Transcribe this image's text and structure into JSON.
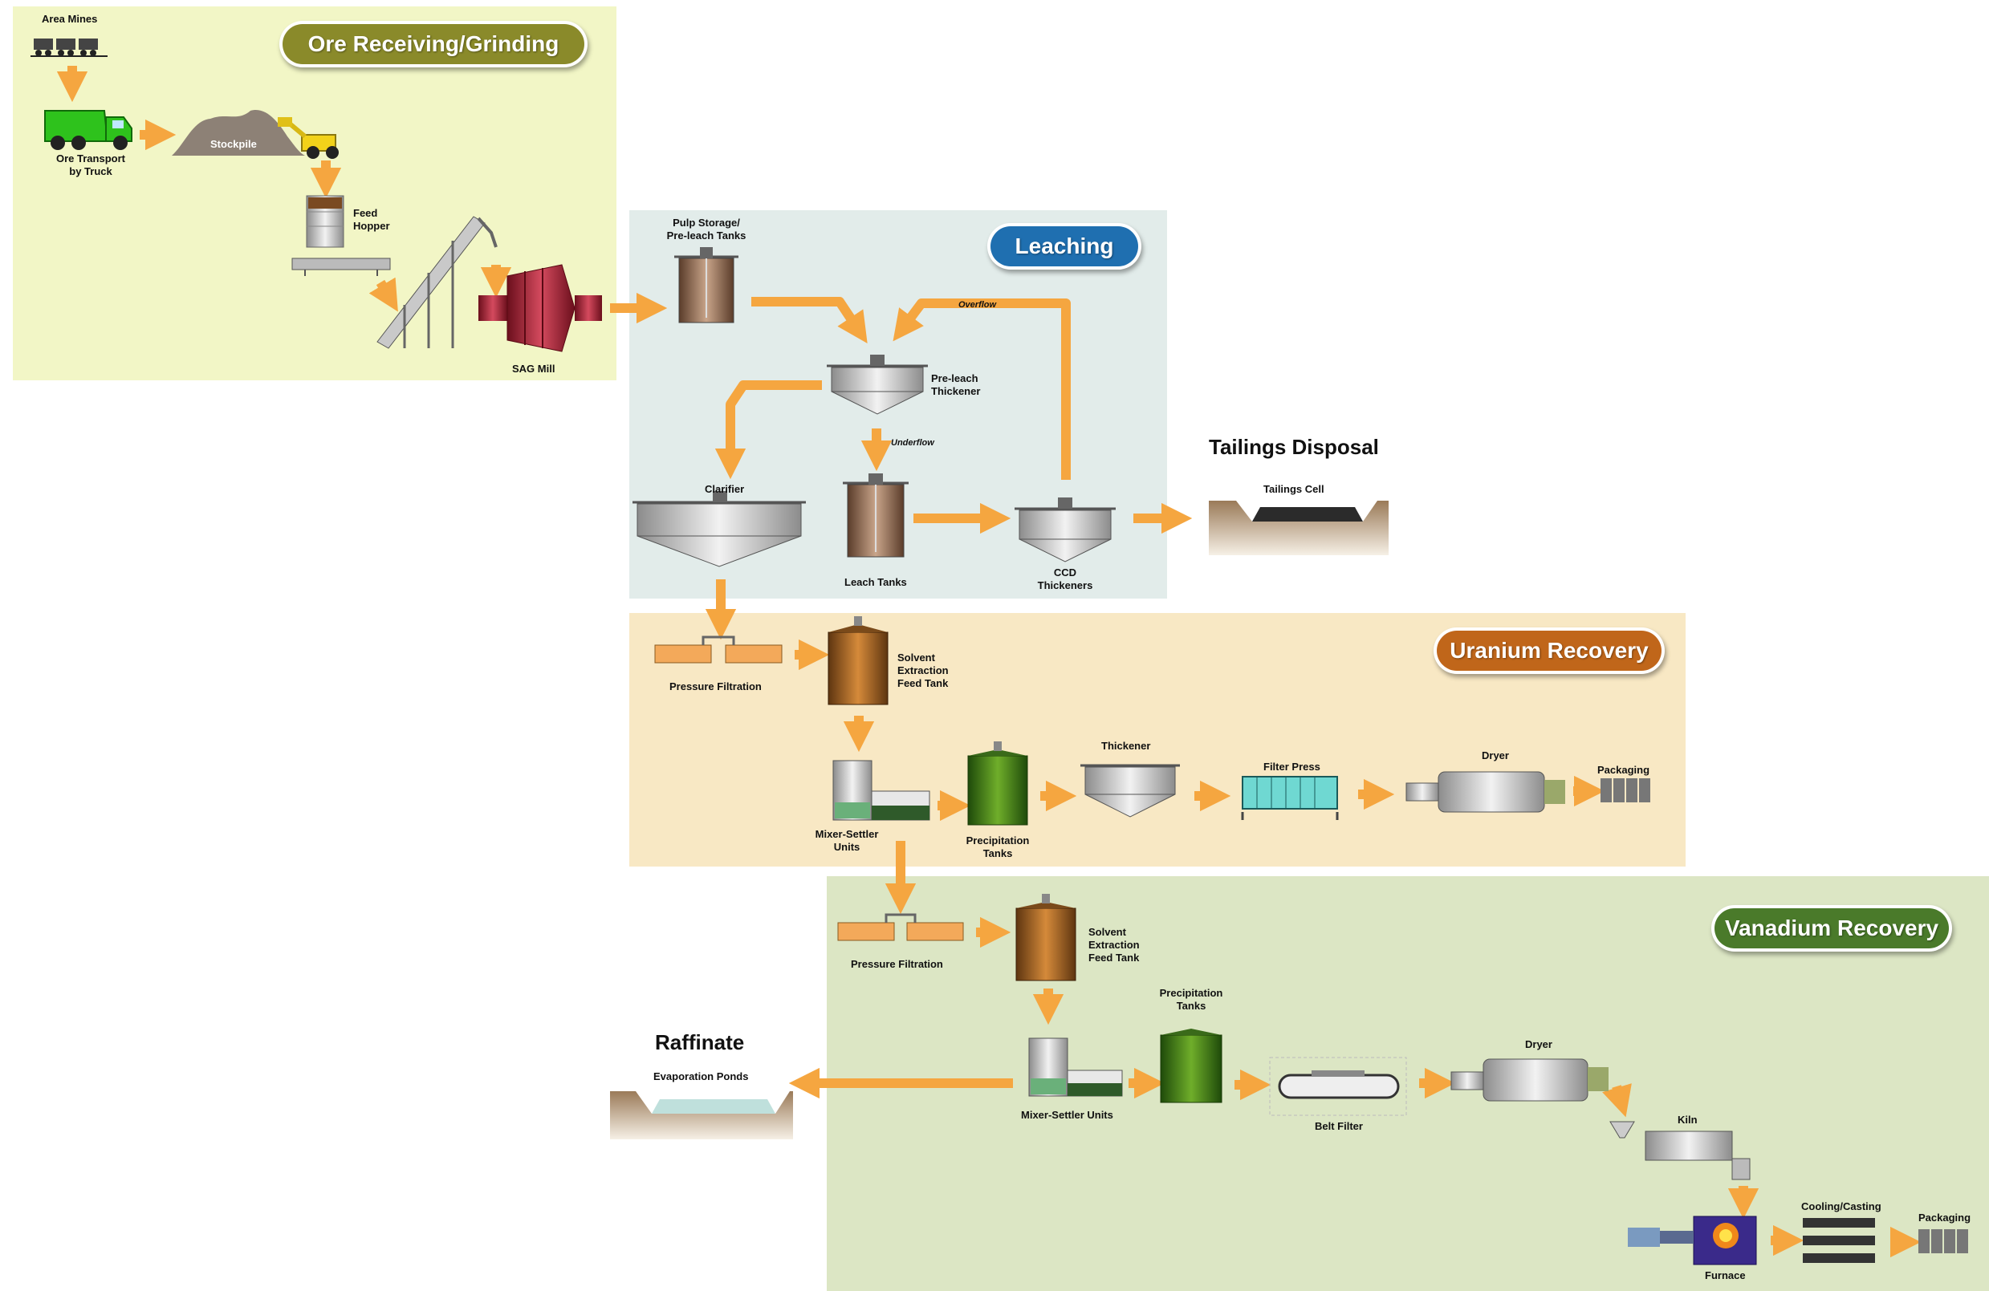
{
  "colors": {
    "ore_bg": "#f2f6c6",
    "leach_bg": "#e2ecea",
    "uranium_bg": "#f8e8c4",
    "vanadium_bg": "#dce6c4",
    "arrow": "#f5a640",
    "ore_pill": "#8a8a2a",
    "leach_pill": "#1f6fb0",
    "uranium_pill": "#c0661a",
    "vanadium_pill": "#4a7a2a"
  },
  "sections": {
    "ore": "Ore Receiving/Grinding",
    "leaching": "Leaching",
    "uranium": "Uranium Recovery",
    "vanadium": "Vanadium Recovery"
  },
  "headings": {
    "tailings": "Tailings Disposal",
    "raffinate": "Raffinate"
  },
  "labels": {
    "area_mines": "Area Mines",
    "ore_transport": "Ore Transport\nby Truck",
    "stockpile": "Stockpile",
    "feed_hopper": "Feed\nHopper",
    "sag_mill": "SAG Mill",
    "pulp_storage": "Pulp Storage/\nPre-leach Tanks",
    "overflow": "Overflow",
    "preleach_thickener": "Pre-leach\nThickener",
    "underflow": "Underflow",
    "clarifier": "Clarifier",
    "leach_tanks": "Leach Tanks",
    "ccd_thickeners": "CCD\nThickeners",
    "tailings_cell": "Tailings Cell",
    "u_pressure_filtration": "Pressure Filtration",
    "u_solvent_feed": "Solvent\nExtraction\nFeed Tank",
    "u_mixer_settler": "Mixer-Settler\nUnits",
    "u_precip_tanks": "Precipitation\nTanks",
    "u_thickener": "Thickener",
    "u_filter_press": "Filter Press",
    "u_dryer": "Dryer",
    "u_packaging": "Packaging",
    "v_pressure_filtration": "Pressure Filtration",
    "v_solvent_feed": "Solvent\nExtraction\nFeed Tank",
    "v_precip_tanks": "Precipitation\nTanks",
    "v_mixer_settler": "Mixer-Settler Units",
    "v_belt_filter": "Belt Filter",
    "v_dryer": "Dryer",
    "v_kiln": "Kiln",
    "v_cooling": "Cooling/Casting",
    "v_packaging": "Packaging",
    "v_furnace": "Furnace",
    "evaporation_ponds": "Evaporation Ponds"
  }
}
